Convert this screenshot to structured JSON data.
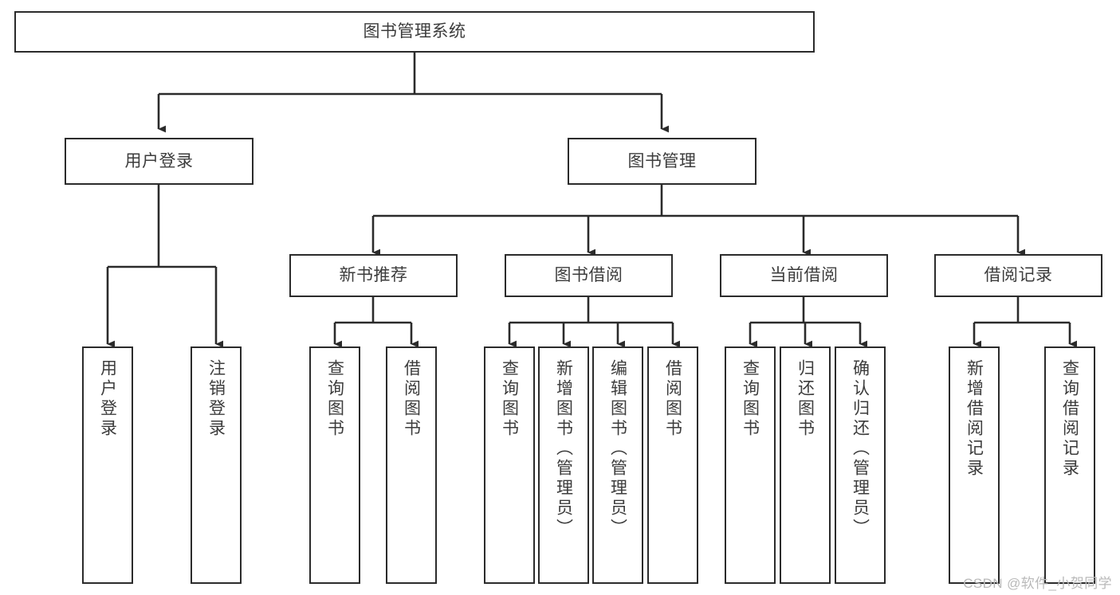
{
  "diagram": {
    "type": "tree",
    "title": "图书管理系统",
    "watermark": "CSDN @软件_小贺同学",
    "colors": {
      "box_border": "#2b2b2b",
      "box_fill": "#ffffff",
      "text": "#3c3c3c",
      "edge": "#2b2b2b",
      "watermark": "#b9b9b9"
    },
    "nodes": {
      "root": {
        "label": "图书管理系统"
      },
      "level2": [
        {
          "label": "用户登录"
        },
        {
          "label": "图书管理"
        }
      ],
      "level3": [
        {
          "label": "新书推荐"
        },
        {
          "label": "图书借阅"
        },
        {
          "label": "当前借阅"
        },
        {
          "label": "借阅记录"
        }
      ],
      "leaves": {
        "user_login": [
          {
            "label": "用户登录"
          },
          {
            "label": "注销登录"
          }
        ],
        "new_book_recommend": [
          {
            "label": "查询图书"
          },
          {
            "label": "借阅图书"
          }
        ],
        "book_borrow": [
          {
            "label": "查询图书"
          },
          {
            "label": "新增图书（管理员）"
          },
          {
            "label": "编辑图书（管理员）"
          },
          {
            "label": "借阅图书"
          }
        ],
        "current_borrow": [
          {
            "label": "查询图书"
          },
          {
            "label": "归还图书"
          },
          {
            "label": "确认归还（管理员）"
          }
        ],
        "borrow_record": [
          {
            "label": "新增借阅记录"
          },
          {
            "label": "查询借阅记录"
          }
        ]
      }
    }
  }
}
